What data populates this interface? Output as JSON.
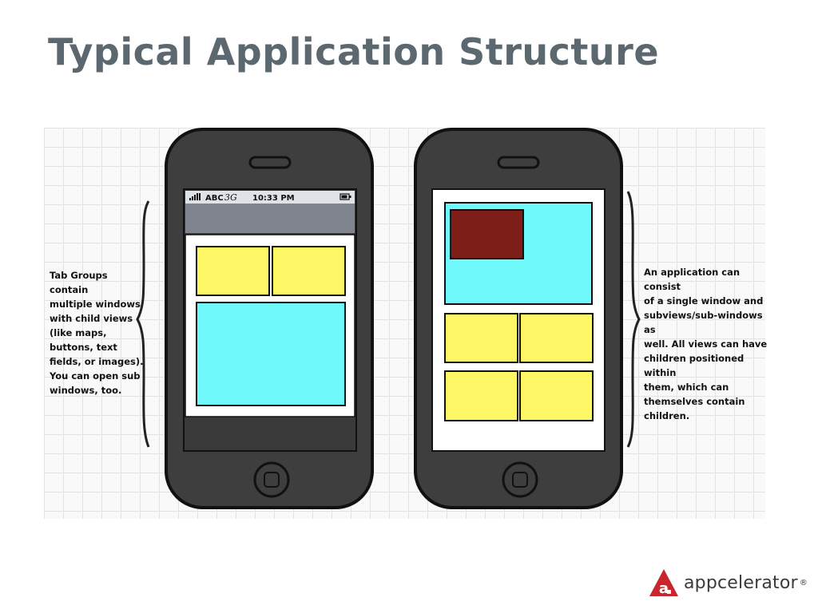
{
  "slide": {
    "title": "Typical Application Structure"
  },
  "left_phone": {
    "status_carrier": "ABC",
    "status_network": "3G",
    "status_time": "10:33 PM"
  },
  "notes": {
    "left": "Tab Groups contain\nmultiple windows\nwith child views\n(like maps,\nbuttons, text\nfields, or images).\nYou can open sub\nwindows, too.",
    "right": "An application can consist\nof a single window and\nsubviews/sub-windows as\nwell.  All views can have\nchildren positioned within\nthem, which can\nthemselves contain\nchildren."
  },
  "logo": {
    "wordmark": "appcelerator",
    "registered": "®"
  },
  "colors": {
    "phone_body": "#3e3e3e",
    "nav_bar": "#7f848e",
    "status_bar": "#dfe3e8",
    "yellow_view": "#fdf766",
    "cyan_view": "#6ff9fa",
    "dark_red_view": "#7e1e18",
    "logo_red": "#c8252c"
  }
}
